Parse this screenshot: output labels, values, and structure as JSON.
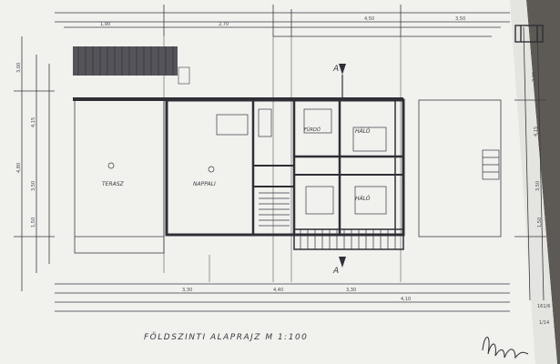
{
  "drawing": {
    "title": "FÖLDSZINTI    ALAPRAJZ   M 1:100",
    "section_mark": "A",
    "rooms": {
      "terrace": "TERASZ",
      "living": "NAPPALI",
      "bedroom_top": "HÁLÓ",
      "bedroom_bottom": "HÁLÓ",
      "bathroom": "FÜRDŐ"
    },
    "dims_top": [
      "1,90",
      "2,70",
      "4,50",
      "3,50"
    ],
    "dims_bottom": [
      "3,30",
      "4,40",
      "3,30",
      "4,10"
    ],
    "dims_left": [
      "3,00",
      "4,15",
      "3,50",
      "1,50",
      "4,80"
    ],
    "dims_right": [
      "3,00",
      "4,15",
      "3,50",
      "1,50"
    ],
    "notes": [
      "161/6",
      "1/14"
    ]
  },
  "colors": {
    "paper": "#f1f1ee",
    "ink": "#3a3a42",
    "background": "#5d5954"
  }
}
